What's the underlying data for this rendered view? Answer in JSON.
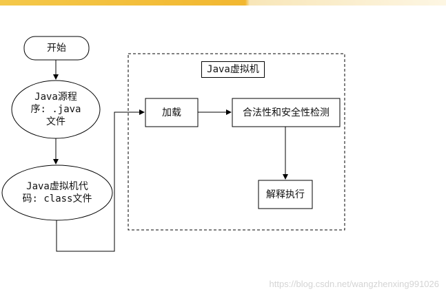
{
  "nodes": {
    "start": "开始",
    "java_source_line1": "Java源程",
    "java_source_line2": "序: .java",
    "java_source_line3": "文件",
    "jvm_code_line1": "Java虚拟机代",
    "jvm_code_line2": "码: class文件",
    "jvm_group_title": "Java虚拟机",
    "load": "加载",
    "check": "合法性和安全性检测",
    "execute": "解释执行"
  },
  "watermark": "https://blog.csdn.net/wangzhenxing991026"
}
